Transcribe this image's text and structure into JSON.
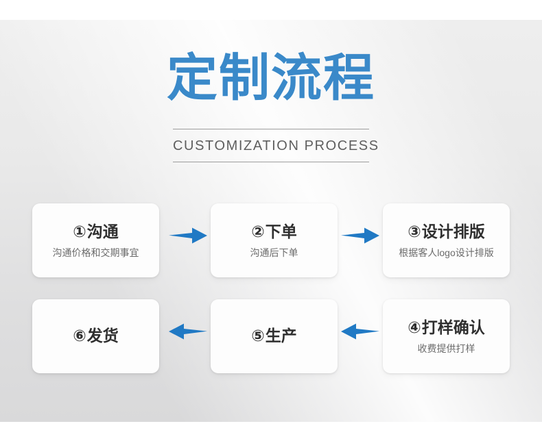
{
  "header": {
    "title": "定制流程",
    "subtitle": "CUSTOMIZATION PROCESS"
  },
  "colors": {
    "title_blue": "#3a89c9",
    "arrow_blue": "#2079c4",
    "card_bg": "#fdfdfd",
    "card_title": "#2f2f2f",
    "card_desc": "#6b6b6b",
    "panel_top": "#eeeeee",
    "panel_bottom": "#d9d9da"
  },
  "steps": [
    {
      "number": "①",
      "title": "沟通",
      "desc": "沟通价格和交期事宜"
    },
    {
      "number": "②",
      "title": "下单",
      "desc": "沟通后下单"
    },
    {
      "number": "③",
      "title": "设计排版",
      "desc": "根据客人logo设计排版"
    },
    {
      "number": "④",
      "title": "打样确认",
      "desc": "收费提供打样"
    },
    {
      "number": "⑤",
      "title": "生产",
      "desc": ""
    },
    {
      "number": "⑥",
      "title": "发货",
      "desc": ""
    }
  ],
  "arrows": [
    {
      "name": "arrow-step1-to-step2",
      "direction": "right"
    },
    {
      "name": "arrow-step2-to-step3",
      "direction": "right"
    },
    {
      "name": "arrow-step4-to-step5",
      "direction": "left"
    },
    {
      "name": "arrow-step5-to-step6",
      "direction": "left"
    }
  ]
}
